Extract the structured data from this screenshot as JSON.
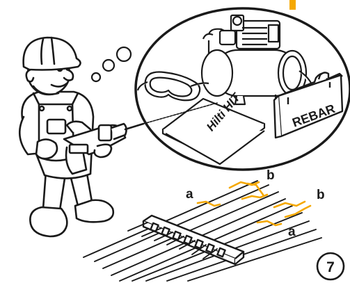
{
  "manual_page": {
    "step_number": "7",
    "callouts": {
      "a_upper": "a",
      "b_upper": "b",
      "b_right": "b",
      "a_lower": "a"
    },
    "thought_bubble": {
      "manual_text": "Hilti HIT",
      "case_text": "REBAR"
    },
    "icons": [
      "worker-icon",
      "hammer-drill-icon",
      "safety-goggles-icon",
      "air-compressor-icon",
      "rebar-case-icon",
      "manual-booklet-icon",
      "rebar-template-icon"
    ],
    "colors": {
      "accent": "#f5a800",
      "line": "#1a1a1a",
      "fill": "#ffffff"
    }
  }
}
